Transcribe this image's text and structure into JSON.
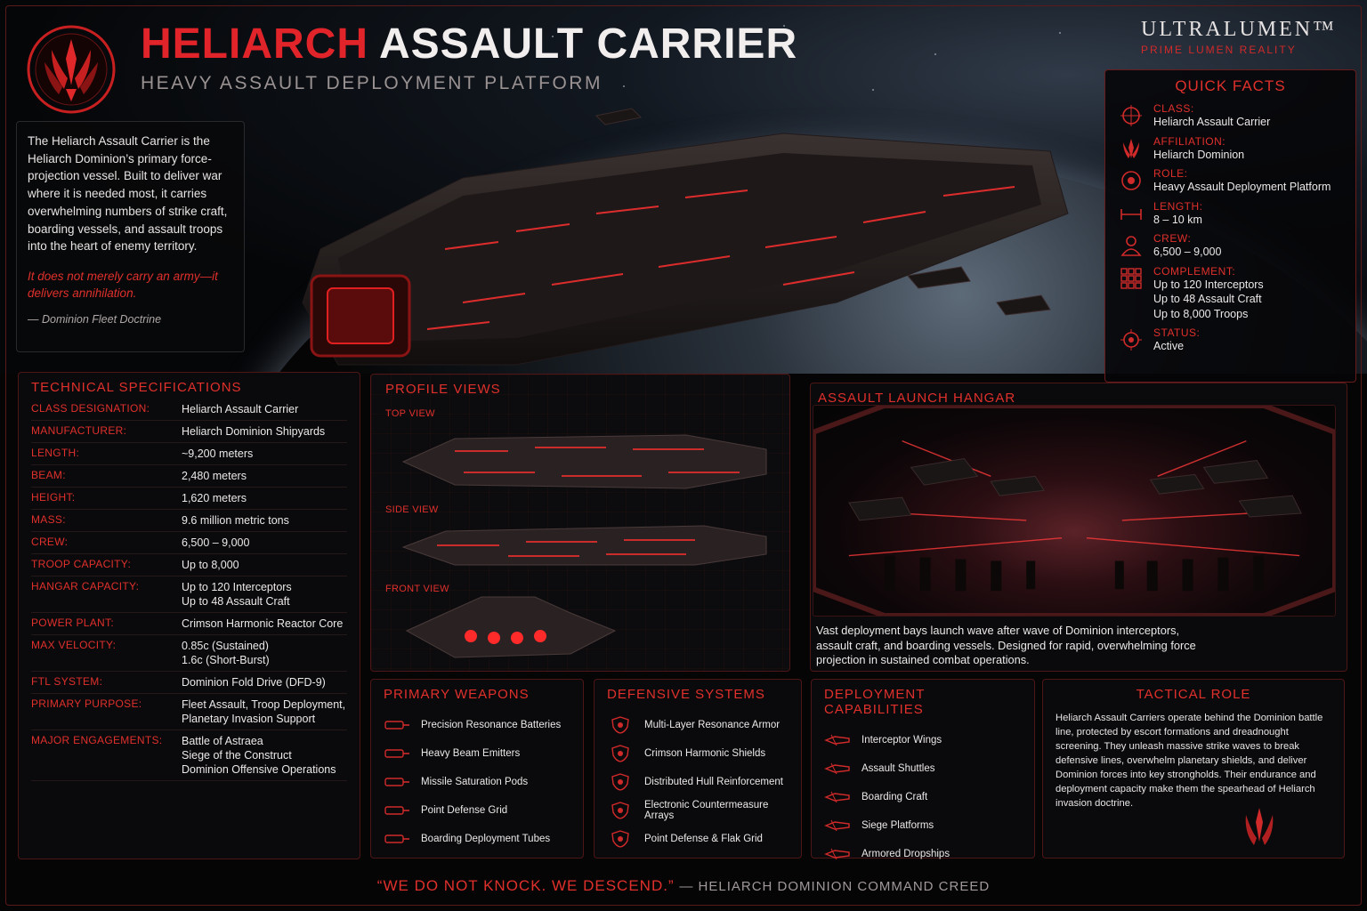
{
  "header": {
    "title_red": "HELIARCH",
    "title_white": "ASSAULT CARRIER",
    "subtitle": "HEAVY ASSAULT DEPLOYMENT PLATFORM"
  },
  "brand": {
    "name": "ULTRALUMEN™",
    "tagline": "PRIME LUMEN REALITY"
  },
  "intro": {
    "body": "The Heliarch Assault Carrier is the Heliarch Dominion’s primary force-projection vessel. Built to deliver war where it is needed most, it carries overwhelming numbers of strike craft, boarding vessels, and assault troops into the heart of enemy territory.",
    "quote": "It does not merely carry an army—it delivers annihilation.",
    "attribution": "— Dominion Fleet Doctrine"
  },
  "quick_facts": {
    "title": "QUICK FACTS",
    "items": [
      {
        "label": "CLASS:",
        "value": "Heliarch Assault Carrier",
        "icon": "crosshair-icon"
      },
      {
        "label": "AFFILIATION:",
        "value": "Heliarch Dominion",
        "icon": "dominion-emblem-icon"
      },
      {
        "label": "ROLE:",
        "value": "Heavy Assault Deployment Platform",
        "icon": "target-icon"
      },
      {
        "label": "LENGTH:",
        "value": "8 – 10 km",
        "icon": "ruler-icon"
      },
      {
        "label": "CREW:",
        "value": "6,500 – 9,000",
        "icon": "person-icon"
      },
      {
        "label": "COMPLEMENT:",
        "value": "Up to 120 Interceptors\nUp to 48 Assault Craft\nUp to 8,000 Troops",
        "icon": "grid-icon"
      },
      {
        "label": "STATUS:",
        "value": "Active",
        "icon": "status-icon"
      }
    ]
  },
  "tech_specs": {
    "title": "TECHNICAL SPECIFICATIONS",
    "rows": [
      {
        "k": "CLASS DESIGNATION:",
        "v": "Heliarch Assault Carrier"
      },
      {
        "k": "MANUFACTURER:",
        "v": "Heliarch Dominion Shipyards"
      },
      {
        "k": "LENGTH:",
        "v": "~9,200 meters"
      },
      {
        "k": "BEAM:",
        "v": "2,480 meters"
      },
      {
        "k": "HEIGHT:",
        "v": "1,620 meters"
      },
      {
        "k": "MASS:",
        "v": "9.6 million metric tons"
      },
      {
        "k": "CREW:",
        "v": "6,500 – 9,000"
      },
      {
        "k": "TROOP CAPACITY:",
        "v": "Up to 8,000"
      },
      {
        "k": "HANGAR CAPACITY:",
        "v": "Up to 120 Interceptors\nUp to 48 Assault Craft"
      },
      {
        "k": "POWER PLANT:",
        "v": "Crimson Harmonic Reactor Core"
      },
      {
        "k": "MAX VELOCITY:",
        "v": "0.85c (Sustained)\n1.6c (Short-Burst)"
      },
      {
        "k": "FTL SYSTEM:",
        "v": "Dominion Fold Drive (DFD-9)"
      },
      {
        "k": "PRIMARY PURPOSE:",
        "v": "Fleet Assault, Troop Deployment,\nPlanetary Invasion Support"
      },
      {
        "k": "MAJOR ENGAGEMENTS:",
        "v": "Battle of Astraea\nSiege of the Construct\nDominion Offensive Operations"
      }
    ]
  },
  "profile": {
    "title": "PROFILE VIEWS",
    "top": "TOP VIEW",
    "side": "SIDE VIEW",
    "front": "FRONT VIEW"
  },
  "hangar": {
    "title": "ASSAULT LAUNCH HANGAR",
    "caption": "Vast deployment bays launch wave after wave of Dominion interceptors, assault craft, and boarding vessels. Designed for rapid, overwhelming force projection in sustained combat operations."
  },
  "weapons": {
    "title": "PRIMARY WEAPONS",
    "items": [
      "Precision Resonance Batteries",
      "Heavy Beam Emitters",
      "Missile Saturation Pods",
      "Point Defense Grid",
      "Boarding Deployment Tubes"
    ]
  },
  "defense": {
    "title": "DEFENSIVE SYSTEMS",
    "items": [
      "Multi-Layer Resonance Armor",
      "Crimson Harmonic Shields",
      "Distributed Hull Reinforcement",
      "Electronic Countermeasure Arrays",
      "Point Defense & Flak Grid"
    ]
  },
  "deploy": {
    "title": "DEPLOYMENT CAPABILITIES",
    "items": [
      "Interceptor Wings",
      "Assault Shuttles",
      "Boarding Craft",
      "Siege Platforms",
      "Armored Dropships"
    ]
  },
  "tactical": {
    "title": "TACTICAL ROLE",
    "text": "Heliarch Assault Carriers operate behind the Dominion battle line, protected by escort formations and dreadnought screening. They unleash massive strike waves to break defensive lines, overwhelm planetary shields, and deliver Dominion forces into key strongholds. Their endurance and deployment capacity make them the spearhead of Heliarch invasion doctrine."
  },
  "footer": {
    "quote": "“WE DO NOT KNOCK. WE DESCEND.”",
    "attribution": "— HELIARCH DOMINION COMMAND CREED"
  },
  "colors": {
    "accent": "#e0302c",
    "panel_border": "#4e1616",
    "background": "#050505"
  }
}
